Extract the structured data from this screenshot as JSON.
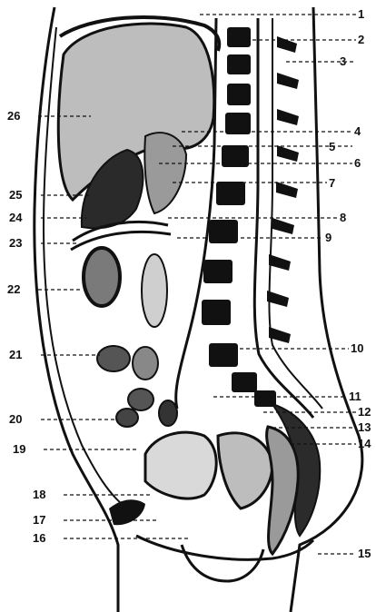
{
  "figure": {
    "labels_right": [
      "1",
      "2",
      "3",
      "4",
      "5",
      "6",
      "7",
      "8",
      "9",
      "10",
      "11",
      "12",
      "13",
      "14",
      "15"
    ],
    "labels_left": [
      "16",
      "17",
      "18",
      "19",
      "20",
      "21",
      "22",
      "23",
      "24",
      "25",
      "26"
    ]
  }
}
